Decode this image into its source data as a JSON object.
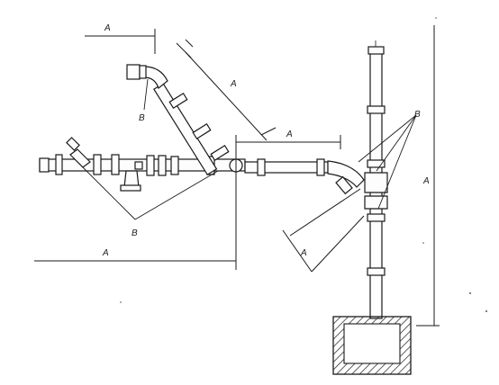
{
  "labels": {
    "dim_top_left": "A",
    "dim_diagonal_upper": "A",
    "dim_center": "A",
    "dim_diagonal_lower": "A",
    "dim_bottom": "A",
    "dim_right_vertical": "A",
    "callout_upper_left": "B",
    "callout_lower_left": "B",
    "callout_right": "B"
  }
}
